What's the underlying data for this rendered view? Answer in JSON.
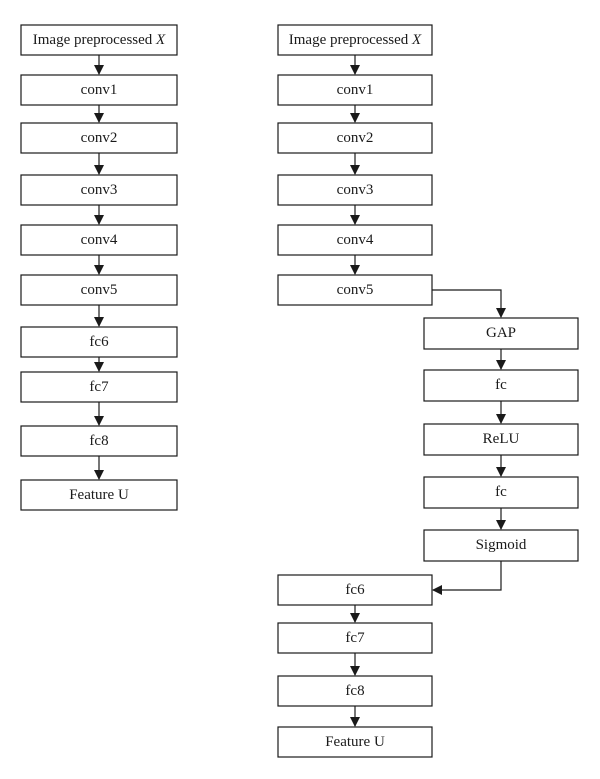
{
  "left_column": {
    "input": {
      "text": "Image preprocessed ",
      "var": "X"
    },
    "layers": [
      "conv1",
      "conv2",
      "conv3",
      "conv4",
      "conv5",
      "fc6",
      "fc7",
      "fc8"
    ],
    "output": "Feature U"
  },
  "right_column": {
    "input": {
      "text": "Image preprocessed ",
      "var": "X"
    },
    "layers": [
      "conv1",
      "conv2",
      "conv3",
      "conv4",
      "conv5"
    ],
    "attention_branch": [
      "GAP",
      "fc",
      "ReLU",
      "fc",
      "Sigmoid"
    ],
    "tail_layers": [
      "fc6",
      "fc7",
      "fc8"
    ],
    "output": "Feature U"
  }
}
